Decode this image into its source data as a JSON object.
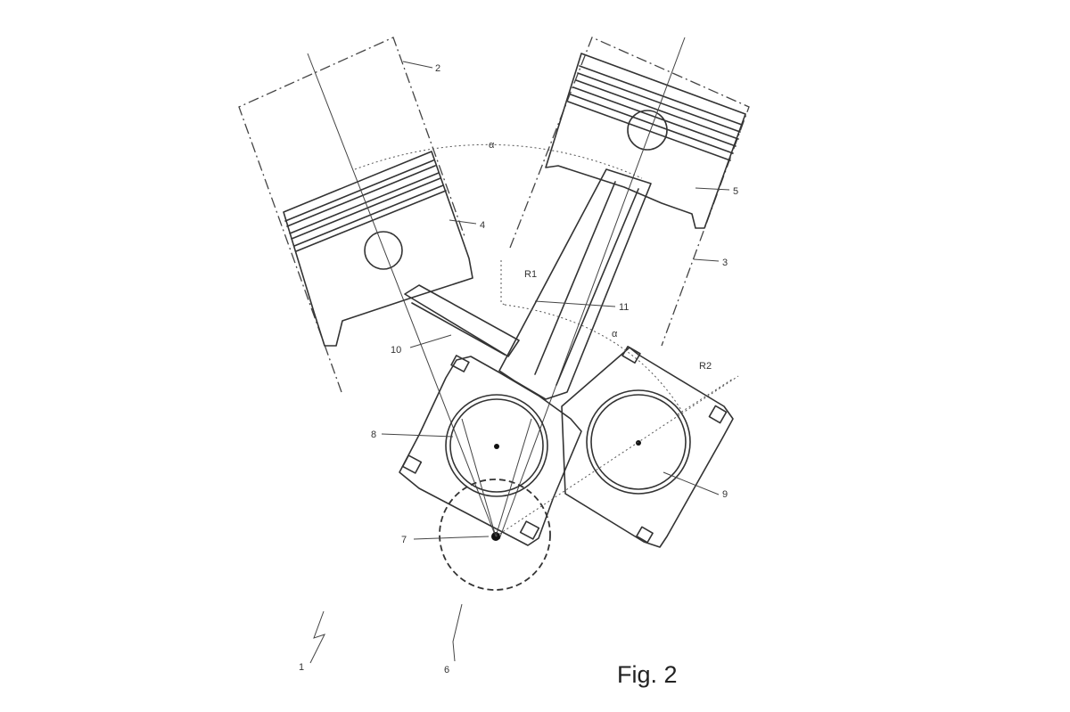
{
  "figure": {
    "caption": "Fig. 2",
    "labels": {
      "l1": "1",
      "l2": "2",
      "l3": "3",
      "l4": "4",
      "l5": "5",
      "l6": "6",
      "l7": "7",
      "l8": "8",
      "l9": "9",
      "l10": "10",
      "l11": "11",
      "alpha_top": "α",
      "alpha_mid": "α",
      "r1": "R1",
      "r2": "R2"
    }
  }
}
